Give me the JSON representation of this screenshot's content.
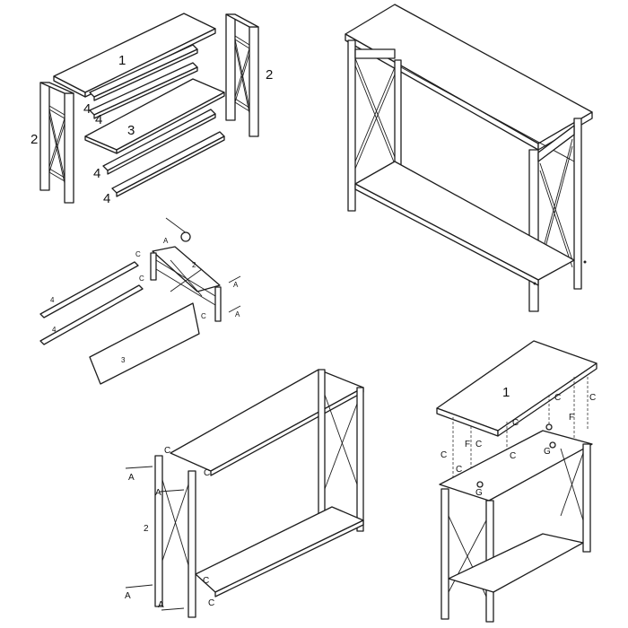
{
  "panels": {
    "exploded": {
      "labels": {
        "top_board": "1",
        "side_frame_left": "2",
        "side_frame_right": "2",
        "shelf": "3",
        "rail_a": "4",
        "rail_b": "4",
        "rail_c": "4",
        "rail_d": "4"
      }
    },
    "step1": {
      "labels": {
        "rail_upper": "4",
        "rail_lower": "4",
        "shelf": "3",
        "frame": "2",
        "screw_c1": "C",
        "screw_c2": "C",
        "screw_c3": "C",
        "bolt_a_top": "A",
        "bolt_a_r1": "A",
        "bolt_a_r2": "A"
      }
    },
    "step2": {
      "labels": {
        "frame": "2",
        "c_top1": "C",
        "c_top2": "C",
        "c_bot1": "C",
        "c_bot2": "C",
        "a_top": "A",
        "a_mid": "A",
        "a_bot1": "A",
        "a_bot2": "A"
      }
    },
    "step3": {
      "labels": {
        "top_board": "1",
        "c1": "C",
        "c2": "C",
        "c3": "C",
        "c4": "C",
        "c5": "C",
        "c6": "C",
        "c7": "C",
        "f1": "F",
        "f2": "F",
        "g1": "G",
        "g2": "G"
      }
    }
  }
}
